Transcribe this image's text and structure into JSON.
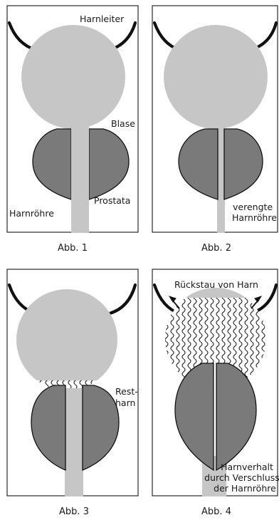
{
  "panels": [
    {
      "caption": "Abb. 1",
      "labels": {
        "ureter": "Harnleiter",
        "bladder": "Blase",
        "prostate": "Prostata",
        "urethra": "Harnröhre"
      }
    },
    {
      "caption": "Abb. 2",
      "labels": {
        "narrowed_line1": "verengte",
        "narrowed_line2": "Harnröhre"
      }
    },
    {
      "caption": "Abb. 3",
      "labels": {
        "residual_line1": "Rest-",
        "residual_line2": "harn"
      }
    },
    {
      "caption": "Abb. 4",
      "labels": {
        "backflow": "Rückstau von Harn",
        "retention_line1": "Harnverhalt",
        "retention_line2": "durch Verschluss",
        "retention_line3": "der Harnröhre"
      }
    }
  ],
  "colors": {
    "bladder": "#c6c6c6",
    "prostate": "#7a7a7a",
    "outline": "#111111",
    "urine_pattern": "wavy black-and-white hatching"
  }
}
